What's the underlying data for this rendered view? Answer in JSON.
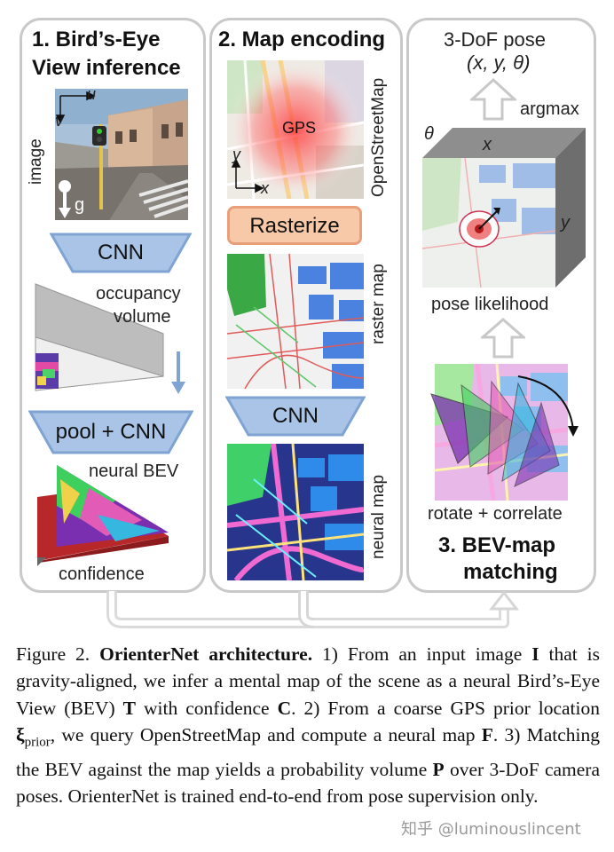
{
  "panels": {
    "bev": {
      "title_line1": "1. Bird’s-Eye",
      "title_line2": "View inference",
      "image_label": "image",
      "axis_u": "u",
      "axis_v": "v",
      "gravity_label": "g",
      "cnn": "CNN",
      "occupancy_line1": "occupancy",
      "occupancy_line2": "volume",
      "pool_cnn": "pool + CNN",
      "neural_bev": "neural BEV",
      "confidence": "confidence"
    },
    "map": {
      "title": "2. Map encoding",
      "gps": "GPS",
      "axis_x": "x",
      "axis_y": "y",
      "osm_label": "OpenStreetMap",
      "rasterize": "Rasterize",
      "raster_label": "raster map",
      "cnn": "CNN",
      "neural_label": "neural map"
    },
    "match": {
      "pose_title": "3-DoF pose",
      "pose_vars": "(x, y, θ)",
      "argmax": "argmax",
      "theta": "θ",
      "x": "x",
      "y": "y",
      "pose_likelihood": "pose likelihood",
      "rotate_correlate": "rotate + correlate",
      "title_line1": "3. BEV-map",
      "title_line2": "matching"
    }
  },
  "caption": {
    "fig": "Figure 2.",
    "name": "OrienterNet architecture.",
    "s1": "1) From an input image",
    "I": "I",
    "s2": "that is gravity-aligned, we infer a mental map of the scene as a neural Bird’s-Eye View (BEV)",
    "T": "T",
    "s3": "with confidence",
    "C": "C",
    "s4": ". 2) From a coarse GPS prior location",
    "xi": "ξ",
    "prior": "prior",
    "s5": ", we query OpenStreetMap and compute a neural map",
    "F": "F",
    "s6": ". 3) Matching the BEV against the map yields a probability volume",
    "P": "P",
    "s7": "over 3-DoF camera poses. OrienterNet is trained end-to-end from pose supervision only."
  },
  "watermark": "知乎 @luminouslincent",
  "colors": {
    "panel_border": "#c9c9c9",
    "trapezoid_fill": "#a9c4e6",
    "trapezoid_stroke": "#7fa3d3",
    "rasterize_fill": "#f7c9a9",
    "rasterize_stroke": "#e9a07a",
    "arrow_gray": "#d6d6d6"
  }
}
